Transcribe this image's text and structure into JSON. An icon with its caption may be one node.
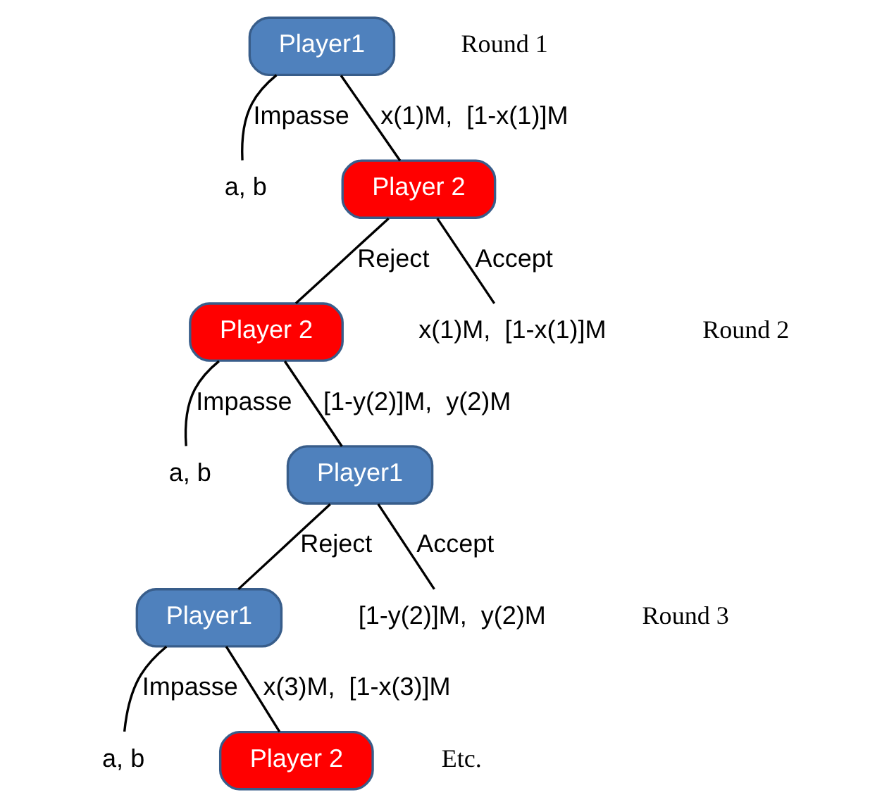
{
  "diagram": {
    "nodes": [
      {
        "text": [
          "Player1"
        ]
      },
      {
        "text": [
          "a, b"
        ]
      },
      {
        "text": [
          "Player 2"
        ]
      },
      {
        "text": [
          "Player 2"
        ]
      },
      {
        "text": [
          "x(1)M,  [1-x(1)]M"
        ]
      },
      {
        "text": [
          "a, b"
        ]
      },
      {
        "text": [
          "Player1"
        ]
      },
      {
        "text": [
          "Player1"
        ]
      },
      {
        "text": [
          "[1-y(2)]M,  y(2)M"
        ]
      },
      {
        "text": [
          "a, b"
        ]
      },
      {
        "text": [
          "Player 2"
        ]
      }
    ],
    "edges": [
      {
        "from": 0,
        "to": 1,
        "arrow": "none",
        "label": "Impasse"
      },
      {
        "from": 0,
        "to": 2,
        "arrow": "none",
        "label": "x(1)M,  [1-x(1)]M"
      },
      {
        "from": 2,
        "to": 3,
        "arrow": "none",
        "label": "Reject"
      },
      {
        "from": 2,
        "to": 4,
        "arrow": "none",
        "label": "Accept"
      },
      {
        "from": 3,
        "to": 5,
        "arrow": "none",
        "label": "Impasse"
      },
      {
        "from": 3,
        "to": 6,
        "arrow": "none",
        "label": "[1-y(2)]M,  y(2)M"
      },
      {
        "from": 6,
        "to": 7,
        "arrow": "none",
        "label": "Reject"
      },
      {
        "from": 6,
        "to": 8,
        "arrow": "none",
        "label": "Accept"
      },
      {
        "from": 7,
        "to": 9,
        "arrow": "none",
        "label": "Impasse"
      },
      {
        "from": 7,
        "to": 10,
        "arrow": "none",
        "label": "x(3)M,  [1-x(3)]M"
      }
    ],
    "labels": [
      "Round 1",
      "Round 2",
      "Round 3",
      "Etc."
    ]
  }
}
